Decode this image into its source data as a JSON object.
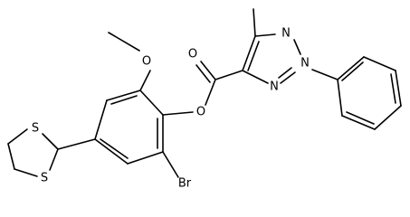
{
  "molecule": {
    "atoms": {
      "methoxy_o": "O",
      "ester_carbonyl_o": "O",
      "ester_o": "O",
      "triazole_n1": "N",
      "triazole_n2": "N",
      "triazole_n3": "N",
      "thioacetal_s_top": "S",
      "thioacetal_s_bottom": "S",
      "bromine": "Br"
    }
  }
}
